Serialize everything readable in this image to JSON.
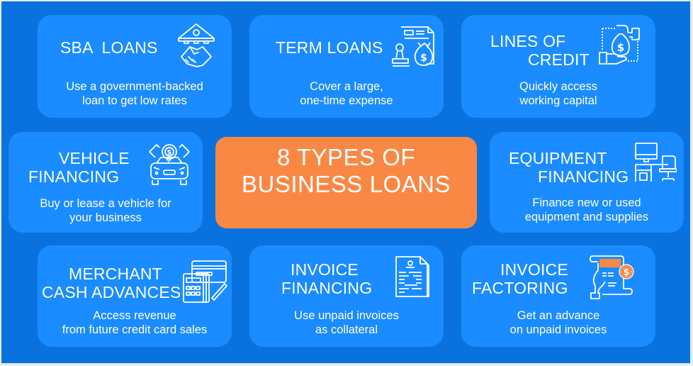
{
  "colors": {
    "background": "#0a72de",
    "card": "#1a8cff",
    "center": "#f98844",
    "text": "#ffffff",
    "accent_orange": "#f98844"
  },
  "center": {
    "title_line1": "8 TYPES OF",
    "title_line2": "BUSINESS LOANS"
  },
  "cards": [
    {
      "title": "SBA  LOANS",
      "title_line2": "",
      "desc_line1": "Use a government-backed",
      "desc_line2": "loan to get low rates",
      "icon": "bank-handshake-icon"
    },
    {
      "title": "TERM LOANS",
      "title_line2": "",
      "desc_line1": "Cover a large,",
      "desc_line2": "one-time expense",
      "icon": "stamp-money-bag-document-icon"
    },
    {
      "title": "LINES OF",
      "title_line2": "CREDIT",
      "desc_line1": "Quickly access",
      "desc_line2": "working capital",
      "icon": "hand-money-bag-icon"
    },
    {
      "title": "VEHICLE",
      "title_line2": "FINANCING",
      "desc_line1": "Buy or lease a vehicle for",
      "desc_line2": "your business",
      "icon": "car-coin-icon"
    },
    {
      "title": "EQUIPMENT",
      "title_line2": "FINANCING",
      "desc_line1": "Finance new or used",
      "desc_line2": "equipment and supplies",
      "icon": "desk-computer-chair-icon"
    },
    {
      "title": "MERCHANT",
      "title_line2": "CASH ADVANCES",
      "desc_line1": "Access revenue",
      "desc_line2": "from future credit card sales",
      "icon": "card-terminal-icon"
    },
    {
      "title": "INVOICE",
      "title_line2": "FINANCING",
      "desc_line1": "Use unpaid invoices",
      "desc_line2": "as collateral",
      "icon": "invoice-document-icon"
    },
    {
      "title": "INVOICE",
      "title_line2": "FACTORING",
      "desc_line1": "Get an advance",
      "desc_line2": "on unpaid invoices",
      "icon": "hand-invoice-dollar-icon"
    }
  ]
}
